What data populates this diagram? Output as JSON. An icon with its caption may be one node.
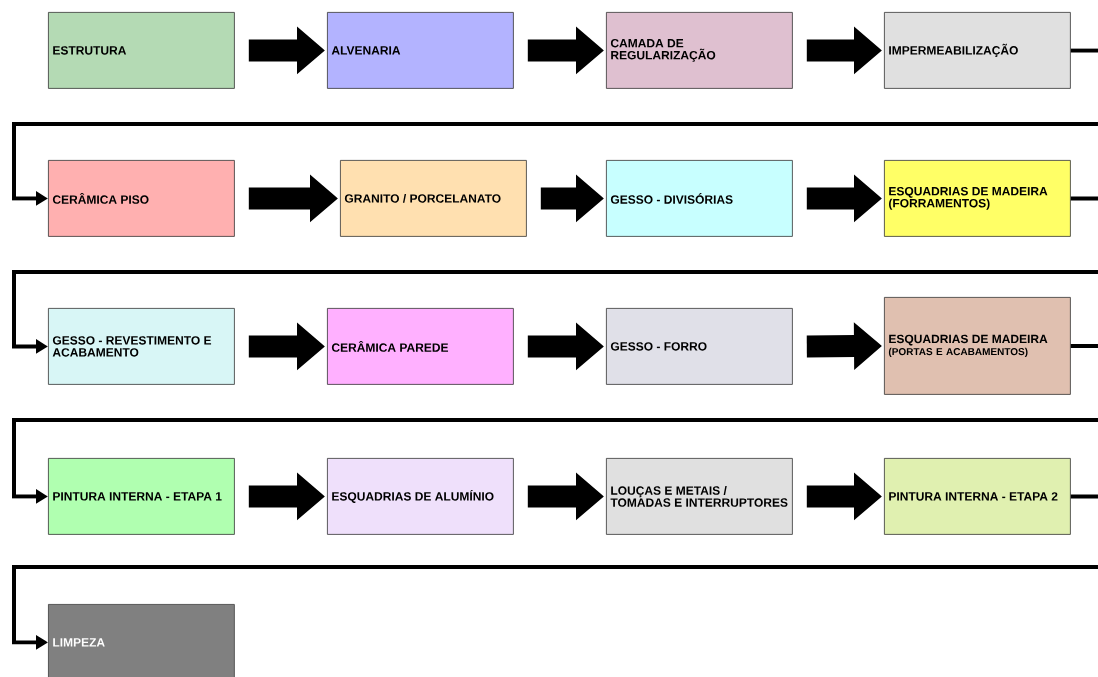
{
  "diagram": {
    "nodes": [
      {
        "text": [
          "ESTRUTURA"
        ]
      },
      {
        "text": [
          "ALVENARIA"
        ]
      },
      {
        "text": [
          "CAMADA DE REGULARIZAÇÃO"
        ]
      },
      {
        "text": [
          "IMPERMEABILIZAÇÃO"
        ]
      },
      {
        "text": [
          "CERÂMICA PISO"
        ]
      },
      {
        "text": [
          "GRANITO / PORCELANATO"
        ]
      },
      {
        "text": [
          "GESSO - DIVISÓRIAS"
        ]
      },
      {
        "text": [
          "ESQUADRIAS DE MADEIRA (FORRAMENTOS)"
        ]
      },
      {
        "text": [
          "GESSO - REVESTIMENTO E ACABAMENTO"
        ]
      },
      {
        "text": [
          "CERÂMICA PAREDE"
        ]
      },
      {
        "text": [
          "GESSO - FORRO"
        ]
      },
      {
        "text": [
          "ESQUADRIAS DE MADEIRA",
          "(PORTAS E ACABAMENTOS)"
        ]
      },
      {
        "text": [
          "PINTURA INTERNA - ETAPA 1"
        ]
      },
      {
        "text": [
          "ESQUADRIAS DE ALUMÍNIO"
        ]
      },
      {
        "text": [
          "LOUÇAS E METAIS / TOMADAS E INTERRUPTORES"
        ]
      },
      {
        "text": [
          "PINTURA INTERNA - ETAPA 2"
        ]
      },
      {
        "text": [
          "LIMPEZA"
        ]
      }
    ],
    "edges": [
      {
        "from": 0,
        "to": 1,
        "arrow": "to"
      },
      {
        "from": 1,
        "to": 2,
        "arrow": "to"
      },
      {
        "from": 2,
        "to": 3,
        "arrow": "to"
      },
      {
        "from": 3,
        "to": 4,
        "arrow": "to"
      },
      {
        "from": 4,
        "to": 5,
        "arrow": "to"
      },
      {
        "from": 5,
        "to": 6,
        "arrow": "to"
      },
      {
        "from": 6,
        "to": 7,
        "arrow": "to"
      },
      {
        "from": 7,
        "to": 8,
        "arrow": "to"
      },
      {
        "from": 8,
        "to": 9,
        "arrow": "to"
      },
      {
        "from": 9,
        "to": 10,
        "arrow": "to"
      },
      {
        "from": 10,
        "to": 11,
        "arrow": "to"
      },
      {
        "from": 11,
        "to": 12,
        "arrow": "to"
      },
      {
        "from": 12,
        "to": 13,
        "arrow": "to"
      },
      {
        "from": 13,
        "to": 14,
        "arrow": "to"
      },
      {
        "from": 14,
        "to": 15,
        "arrow": "to"
      },
      {
        "from": 15,
        "to": 16,
        "arrow": "to"
      }
    ]
  }
}
